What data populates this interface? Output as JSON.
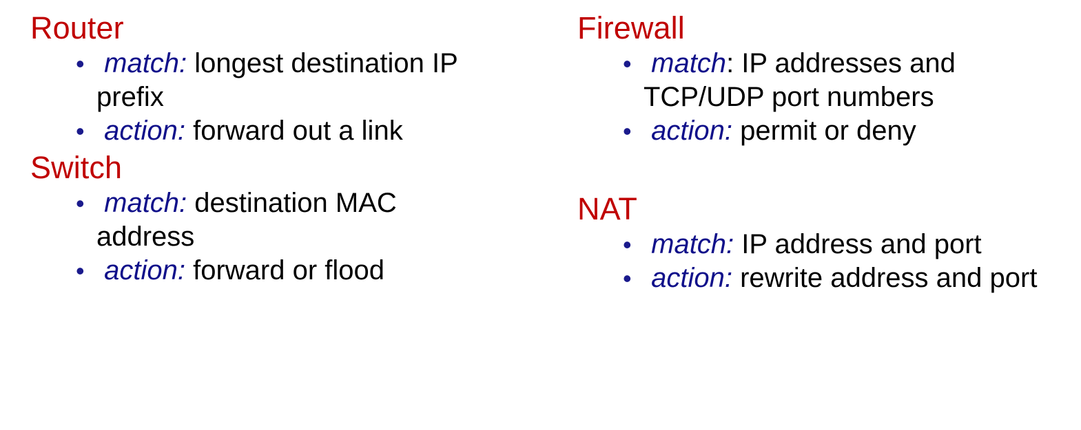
{
  "slide": {
    "background_color": "#ffffff",
    "heading_color": "#c00000",
    "label_color": "#10108a",
    "body_color": "#000000",
    "bullet_glyph": "•"
  },
  "columns": [
    {
      "name": "left",
      "sections": [
        {
          "title": "Router",
          "bullets": [
            {
              "label": "match:",
              "text": " longest destination IP prefix",
              "colon_style": "italic-blue"
            },
            {
              "label": "action:",
              "text": " forward out a link",
              "colon_style": "italic-blue"
            }
          ]
        },
        {
          "title": "Switch",
          "bullets": [
            {
              "label": "match:",
              "text": " destination MAC address",
              "colon_style": "italic-blue"
            },
            {
              "label": "action:",
              "text": " forward or flood",
              "colon_style": "italic-blue"
            }
          ]
        }
      ]
    },
    {
      "name": "right",
      "sections": [
        {
          "title": "Firewall",
          "bullets": [
            {
              "label": "match",
              "colon": ":",
              "text": " IP addresses and TCP/UDP port numbers",
              "colon_style": "plain-black"
            },
            {
              "label": "action:",
              "text": " permit or deny",
              "colon_style": "italic-blue"
            }
          ]
        },
        {
          "title": "NAT",
          "bullets": [
            {
              "label": "match:",
              "text": " IP address and port",
              "colon_style": "italic-blue"
            },
            {
              "label": "action:",
              "text": " rewrite address and port",
              "colon_style": "italic-blue"
            }
          ]
        }
      ]
    }
  ]
}
